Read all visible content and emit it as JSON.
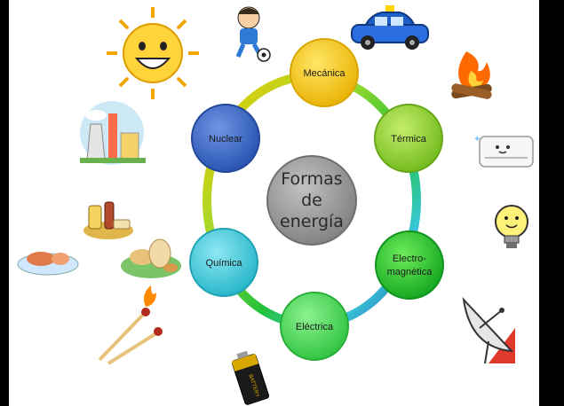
{
  "diagram": {
    "center": {
      "line1": "Formas",
      "line2": "de",
      "line3": "energía"
    },
    "nodes": [
      {
        "label": "Mecánica"
      },
      {
        "label": "Térmica"
      },
      {
        "label_line1": "Electro-",
        "label_line2": "magnética"
      },
      {
        "label": "Eléctrica"
      },
      {
        "label": "Química"
      },
      {
        "label": "Nuclear"
      }
    ],
    "colors": {
      "mecanica": "#f5c400",
      "termica": "#8ccf2a",
      "electromagnetica": "#1fbf2a",
      "electrica": "#39d64a",
      "quimica": "#36c7d6",
      "nuclear": "#2f5fc0",
      "center": "#8f8f8f"
    }
  },
  "illustrations": {
    "battery_text": "BATTERY"
  }
}
